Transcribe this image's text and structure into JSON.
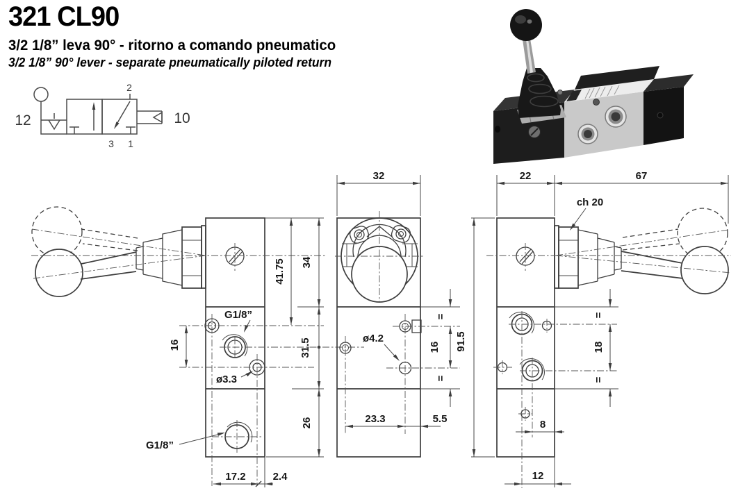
{
  "header": {
    "title": "321 CL90",
    "subtitle_it": "3/2 1/8” leva 90° - ritorno a comando pneumatico",
    "subtitle_en": "3/2 1/8” 90° lever - separate pneumatically piloted return"
  },
  "symbol": {
    "port_12": "12",
    "port_10": "10",
    "port_2": "2",
    "port_3": "3",
    "port_1": "1"
  },
  "dims": {
    "w32": "32",
    "w22": "22",
    "l67": "67",
    "h41_75": "41.75",
    "h34": "34",
    "h31_5": "31.5",
    "h26": "26",
    "v16_left": "16",
    "w17_2": "17.2",
    "w2_4": "2.4",
    "g18": "G1/8”",
    "dia3_3": "ø3.3",
    "dia4_2": "ø4.2",
    "w23_3": "23.3",
    "w5_5": "5.5",
    "eq": "=",
    "v16_front": "16",
    "h91_5": "91.5",
    "hex": "ch 20",
    "v18": "18",
    "w8": "8",
    "w12": "12"
  },
  "colors": {
    "line": "#3d3d3d",
    "text": "#161616",
    "photo_black": "#1a1a1a",
    "photo_gray": "#c9c9c9"
  }
}
